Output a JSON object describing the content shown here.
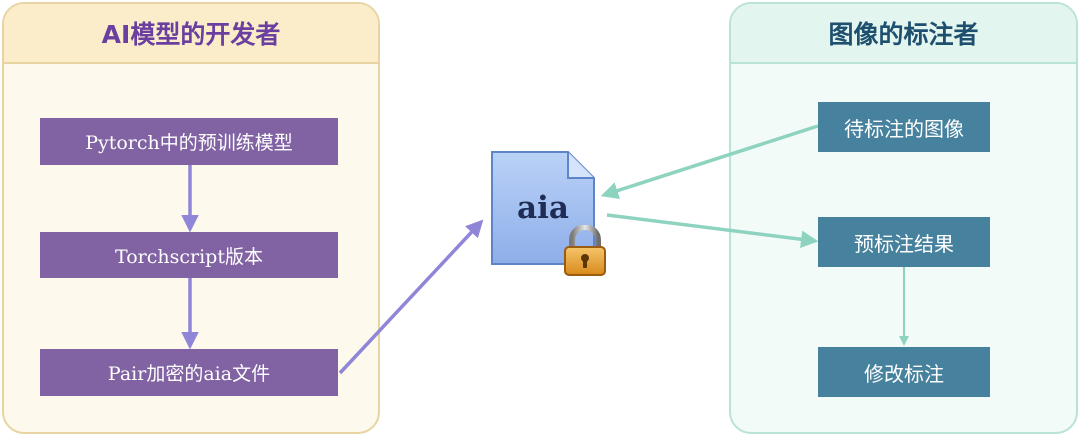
{
  "left_panel": {
    "title": "AI模型的开发者",
    "steps": [
      "Pytorch中的预训练模型",
      "Torchscript版本",
      "Pair加密的aia文件"
    ]
  },
  "center": {
    "file_label": "aia",
    "file_icon": "document-icon",
    "lock_icon": "padlock-icon"
  },
  "right_panel": {
    "title": "图像的标注者",
    "steps": [
      "待标注的图像",
      "预标注结果",
      "修改标注"
    ]
  },
  "colors": {
    "purple_box": "#8163a3",
    "purple_arrow": "#8f86d8",
    "teal_box": "#46819e",
    "teal_arrow": "#8ed3bf",
    "left_panel_bg": "#fdf9ec",
    "left_header_bg": "#fbedc9",
    "left_title": "#6a3fa0",
    "right_panel_bg": "#f3fbf8",
    "right_header_bg": "#e2f5ee",
    "right_title": "#1e4f6e",
    "doc_fill": "#9dbcf2"
  }
}
